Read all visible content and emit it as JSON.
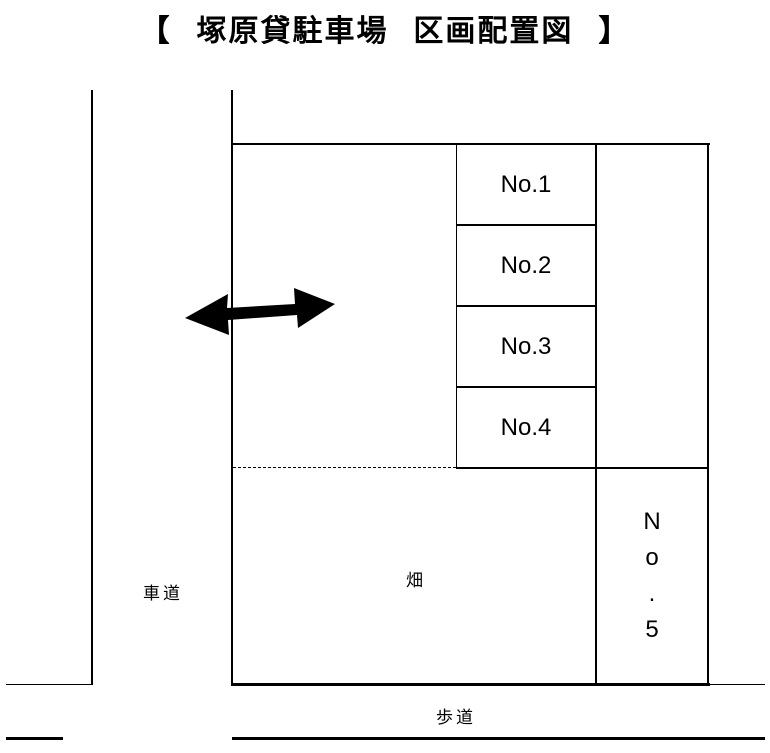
{
  "title": "【  塚原貸駐車場  区画配置図  】",
  "stalls": [
    {
      "label": "No.1"
    },
    {
      "label": "No.2"
    },
    {
      "label": "No.3"
    },
    {
      "label": "No.4"
    }
  ],
  "stall5": {
    "chars": [
      "N",
      "o",
      ".",
      "5"
    ]
  },
  "labels": {
    "field": "畑",
    "roadway": "車道",
    "sidewalk": "歩道"
  },
  "entrance_arrow": {
    "icon": "double-arrow-icon",
    "direction": "left-right"
  }
}
